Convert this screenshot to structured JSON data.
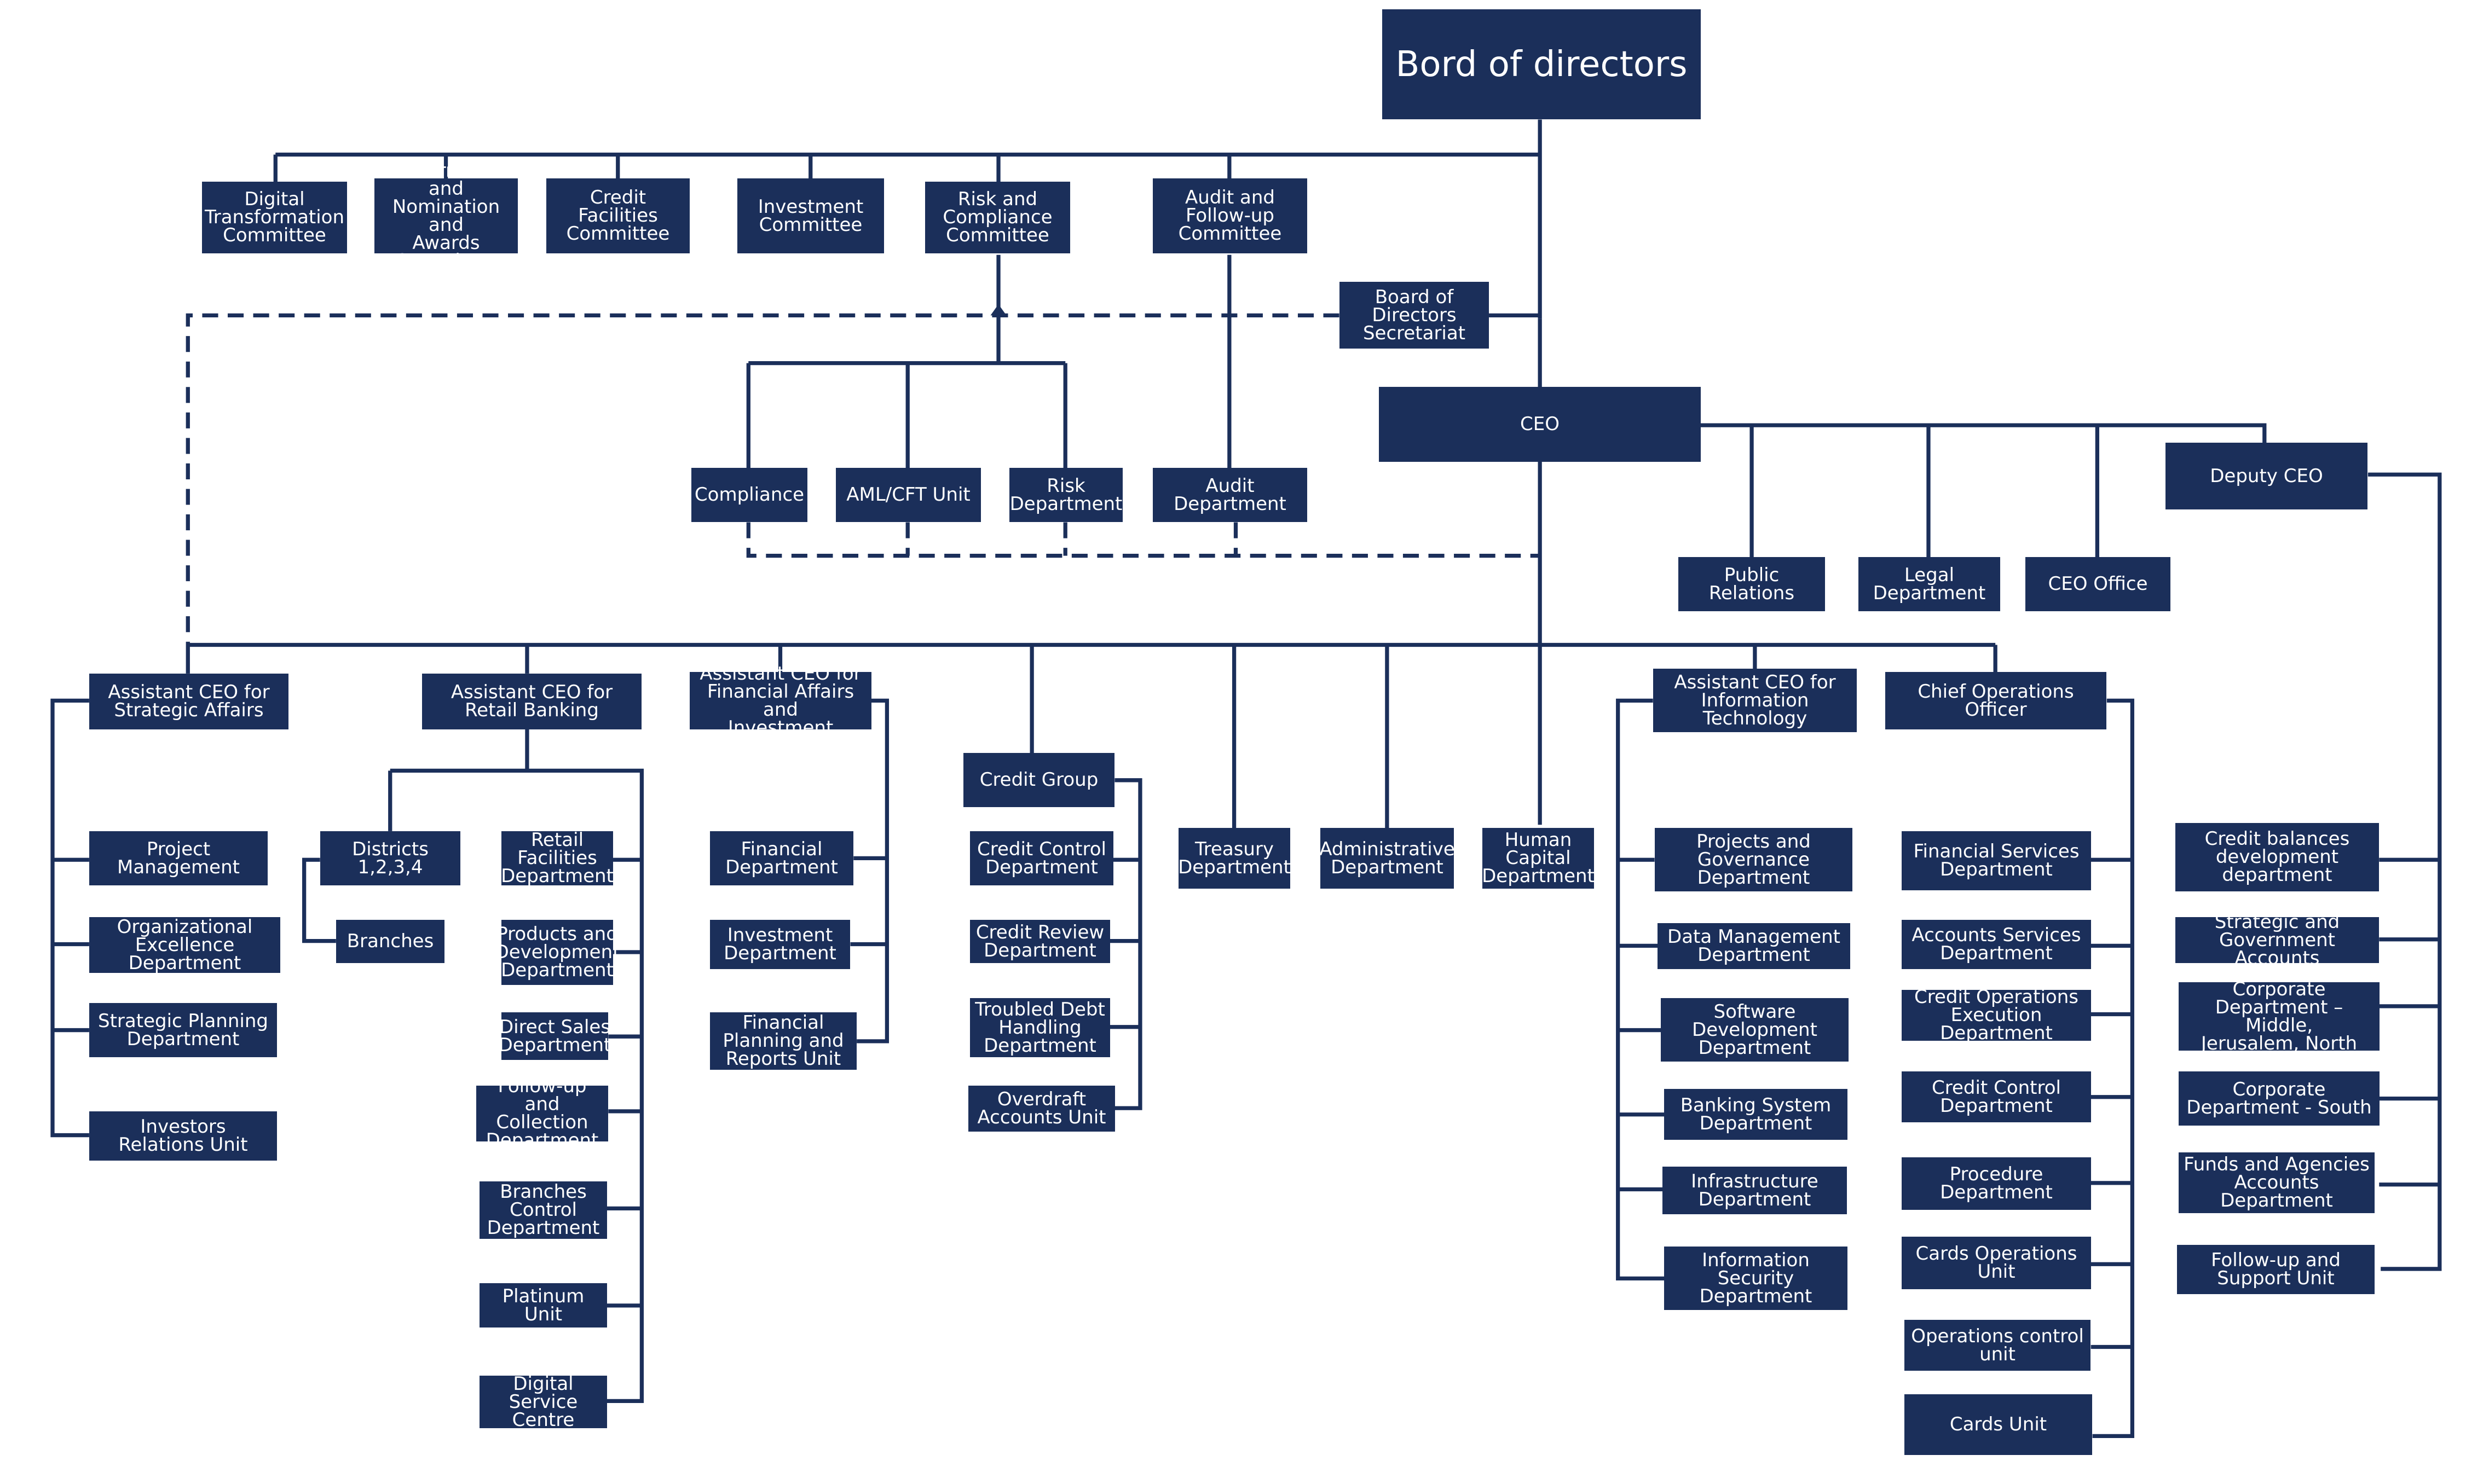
{
  "colors": {
    "box_fill": "#1b2f5a",
    "box_text": "#ffffff",
    "connector": "#1b2f5a",
    "background": "#ffffff"
  },
  "nodes": {
    "board": "Bord of directors",
    "digital_committee": "Digital\nTransformation\nCommittee",
    "governance_committee": "Governance and\nNomination and\nAwards\nCommittee",
    "credit_facilities_committee": "Credit\nFacilities\nCommittee",
    "investment_committee": "Investment\nCommittee",
    "risk_committee": "Risk and\nCompliance\nCommittee",
    "audit_committee": "Audit and\nFollow-up\nCommittee",
    "board_secretariat": "Board of\nDirectors\nSecretariat",
    "compliance": "Compliance",
    "aml_unit": "AML/CFT Unit",
    "risk_department": "Risk\nDepartment",
    "audit_department": "Audit\nDepartment",
    "ceo": "CEO",
    "deputy_ceo": "Deputy CEO",
    "public_relations": "Public Relations",
    "legal_department": "Legal\nDepartment",
    "ceo_office": "CEO Office",
    "acs_strategic": "Assistant CEO for\nStrategic Affairs",
    "project_management": "Project\nManagement",
    "org_excellence": "Organizational\nExcellence\nDepartment",
    "strategic_planning": "Strategic Planning\nDepartment",
    "investors_relations": "Investors\nRelations Unit",
    "acs_retail": "Assistant CEO for\nRetail Banking",
    "districts": "Districts\n1,2,3,4",
    "branches": "Branches",
    "retail_facilities": "Retail\nFacilities\nDepartment",
    "products_development": "Products and\nDevelopment\nDepartment",
    "direct_sales": "Direct Sales\nDepartment",
    "followup_collection": "Follow-up and\nCollection\nDepartment",
    "branches_control": "Branches\nControl\nDepartment",
    "platinum_unit": "Platinum\nUnit",
    "digital_service": "Digital Service\nCentre",
    "acs_financial": "Assistant CEO for\nFinancial Affairs and\nInvestment",
    "financial_department": "Financial\nDepartment",
    "investment_department": "Investment\nDepartment",
    "financial_planning": "Financial\nPlanning and\nReports Unit",
    "credit_group": "Credit Group",
    "credit_control_dept": "Credit Control\nDepartment",
    "credit_review": "Credit Review\nDepartment",
    "troubled_debt": "Troubled Debt\nHandling\nDepartment",
    "overdraft_accounts": "Overdraft\nAccounts Unit",
    "treasury": "Treasury\nDepartment",
    "administrative": "Administrative\nDepartment",
    "human_capital": "Human\nCapital\nDepartment",
    "acs_it": "Assistant CEO for\nInformation\nTechnology",
    "projects_governance": "Projects and\nGovernance\nDepartment",
    "data_management": "Data Management\nDepartment",
    "software_development": "Software\nDevelopment\nDepartment",
    "banking_system": "Banking System\nDepartment",
    "infrastructure": "Infrastructure\nDepartment",
    "information_security": "Information\nSecurity\nDepartment",
    "coo": "Chief Operations\nOfficer",
    "financial_services": "Financial Services\nDepartment",
    "accounts_services": "Accounts Services\nDepartment",
    "credit_operations_execution": "Credit Operations\nExecution Department",
    "credit_control_coo": "Credit Control\nDepartment",
    "procedure_department": "Procedure\nDepartment",
    "cards_operations": "Cards Operations\nUnit",
    "operations_control": "Operations control\nunit",
    "cards_unit": "Cards Unit",
    "credit_balances": "Credit balances\ndevelopment\ndepartment",
    "strategic_government": "Strategic and\nGovernment Accounts",
    "corporate_middle": "Corporate\nDepartment – Middle,\nJerusalem, North",
    "corporate_south": "Corporate\nDepartment - South",
    "funds_agencies": "Funds and Agencies\nAccounts Department",
    "followup_support": "Follow-up and\nSupport Unit"
  }
}
